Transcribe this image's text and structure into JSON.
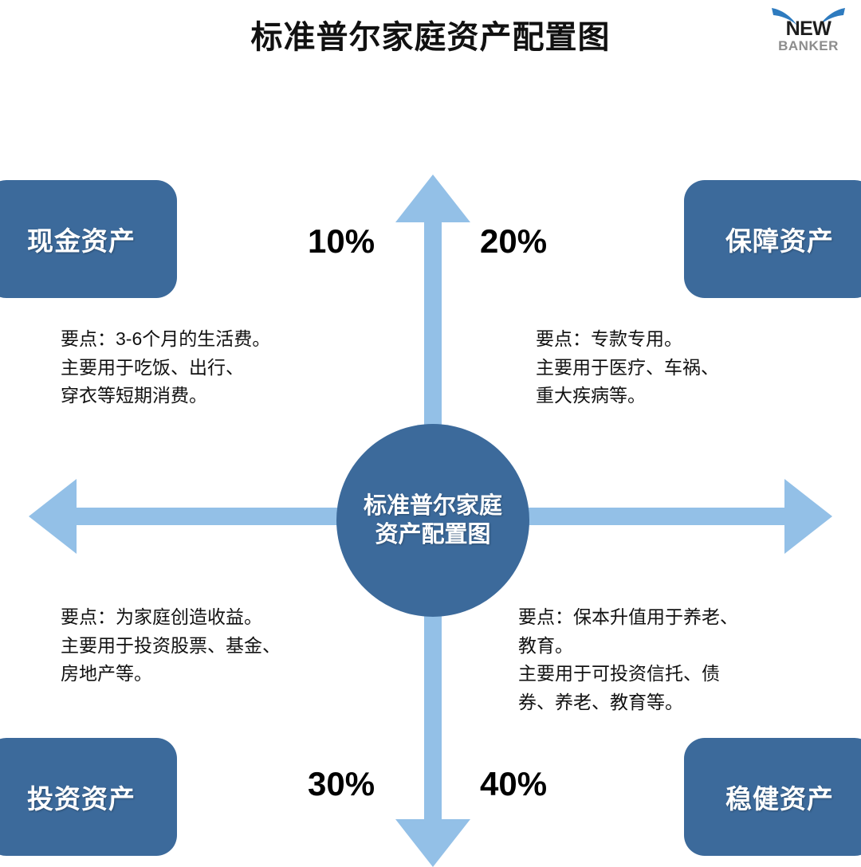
{
  "page": {
    "title": "标准普尔家庭资产配置图",
    "background_color": "#ffffff"
  },
  "logo": {
    "primary": "NEW",
    "secondary": "BANKER",
    "horn_color": "#2E7BBF"
  },
  "colors": {
    "box_blue": "#3C6A9B",
    "arrow_blue": "#93C0E7",
    "text_dark": "#111111",
    "text_on_blue": "#ffffff"
  },
  "center": {
    "line1": "标准普尔家庭",
    "line2": "资产配置图"
  },
  "chart_data": {
    "type": "pie",
    "title": "标准普尔家庭资产配置图",
    "categories": [
      "现金资产",
      "保障资产",
      "投资资产",
      "稳健资产"
    ],
    "values": [
      10,
      20,
      30,
      40
    ],
    "unit": "%",
    "legend_position": "quadrant-corners"
  },
  "quadrants": {
    "top_left": {
      "label": "现金资产",
      "percent": "10%",
      "description": "要点：3-6个月的生活费。\n主要用于吃饭、出行、\n穿衣等短期消费。"
    },
    "top_right": {
      "label": "保障资产",
      "percent": "20%",
      "description": "要点：专款专用。\n主要用于医疗、车祸、\n重大疾病等。"
    },
    "bottom_left": {
      "label": "投资资产",
      "percent": "30%",
      "description": "要点：为家庭创造收益。\n主要用于投资股票、基金、\n房地产等。"
    },
    "bottom_right": {
      "label": "稳健资产",
      "percent": "40%",
      "description": "要点：保本升值用于养老、\n教育。\n主要用于可投资信托、债\n券、养老、教育等。"
    }
  },
  "axes": {
    "up_arrow": "arrow-up-icon",
    "down_arrow": "arrow-down-icon",
    "left_arrow": "arrow-left-icon",
    "right_arrow": "arrow-right-icon"
  }
}
